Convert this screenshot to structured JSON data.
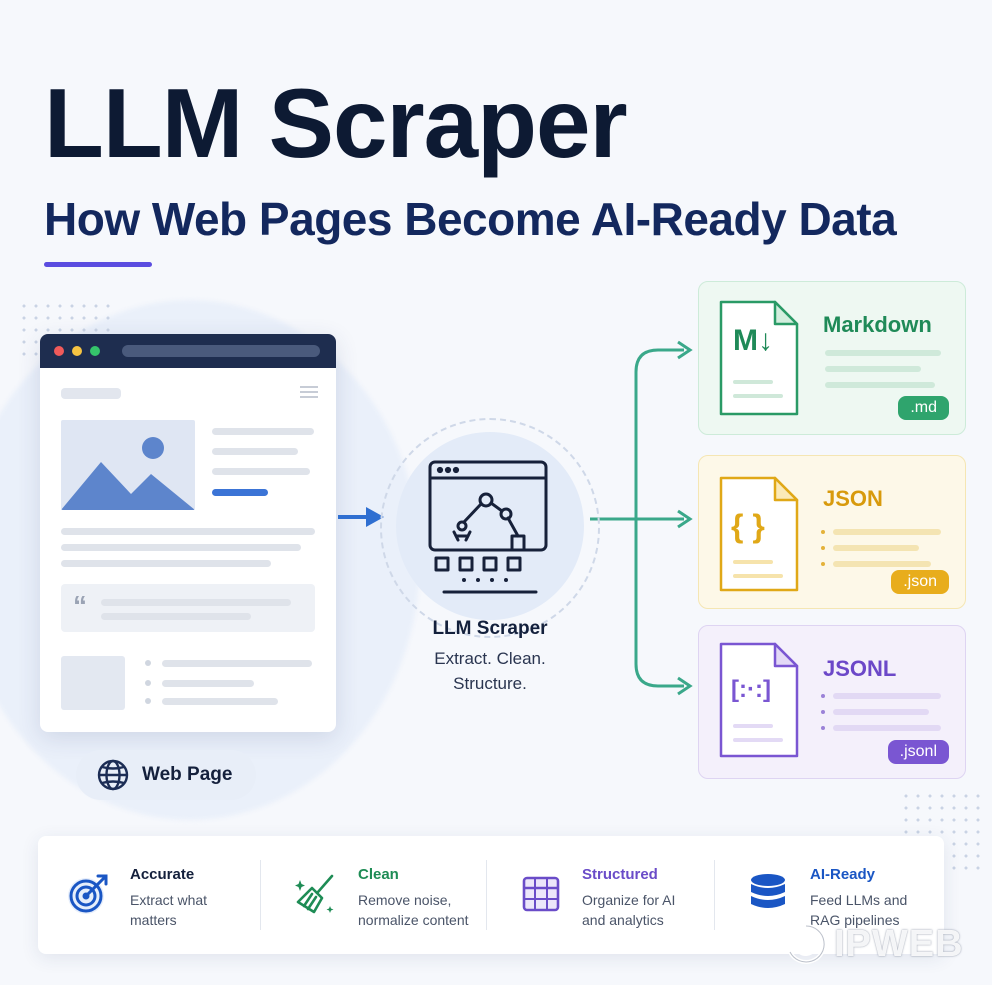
{
  "header": {
    "title": "LLM Scraper",
    "subtitle": "How Web Pages Become AI-Ready Data"
  },
  "source": {
    "label": "Web Page",
    "icon": "globe-icon"
  },
  "processor": {
    "title": "LLM Scraper",
    "tagline_line1": "Extract. Clean.",
    "tagline_line2": "Structure.",
    "icon": "robot-arm-icon"
  },
  "outputs": [
    {
      "name": "Markdown",
      "ext": ".md",
      "file_glyph": "M↓",
      "color": "#2aa06a"
    },
    {
      "name": "JSON",
      "ext": ".json",
      "file_glyph": "{ }",
      "color": "#e0a817"
    },
    {
      "name": "JSONL",
      "ext": ".jsonl",
      "file_glyph": "[:·:]",
      "color": "#7a56d2"
    }
  ],
  "features": [
    {
      "title": "Accurate",
      "line1": "Extract what",
      "line2": "matters",
      "icon": "target-icon",
      "color": "#1a56c4"
    },
    {
      "title": "Clean",
      "line1": "Remove noise,",
      "line2": "normalize content",
      "icon": "broom-icon",
      "color": "#1e8c55"
    },
    {
      "title": "Structured",
      "line1": "Organize for AI",
      "line2": "and analytics",
      "icon": "table-icon",
      "color": "#6a4cc8"
    },
    {
      "title": "AI-Ready",
      "line1": "Feed LLMs and",
      "line2": "RAG pipelines",
      "icon": "database-icon",
      "color": "#1a56c4"
    }
  ],
  "watermark": {
    "text": "IPWEB"
  },
  "colors": {
    "accent": "#5b4de0",
    "arrow": "#2f6fd1",
    "flow": "#3aa88a",
    "dark": "#0d1a33"
  }
}
